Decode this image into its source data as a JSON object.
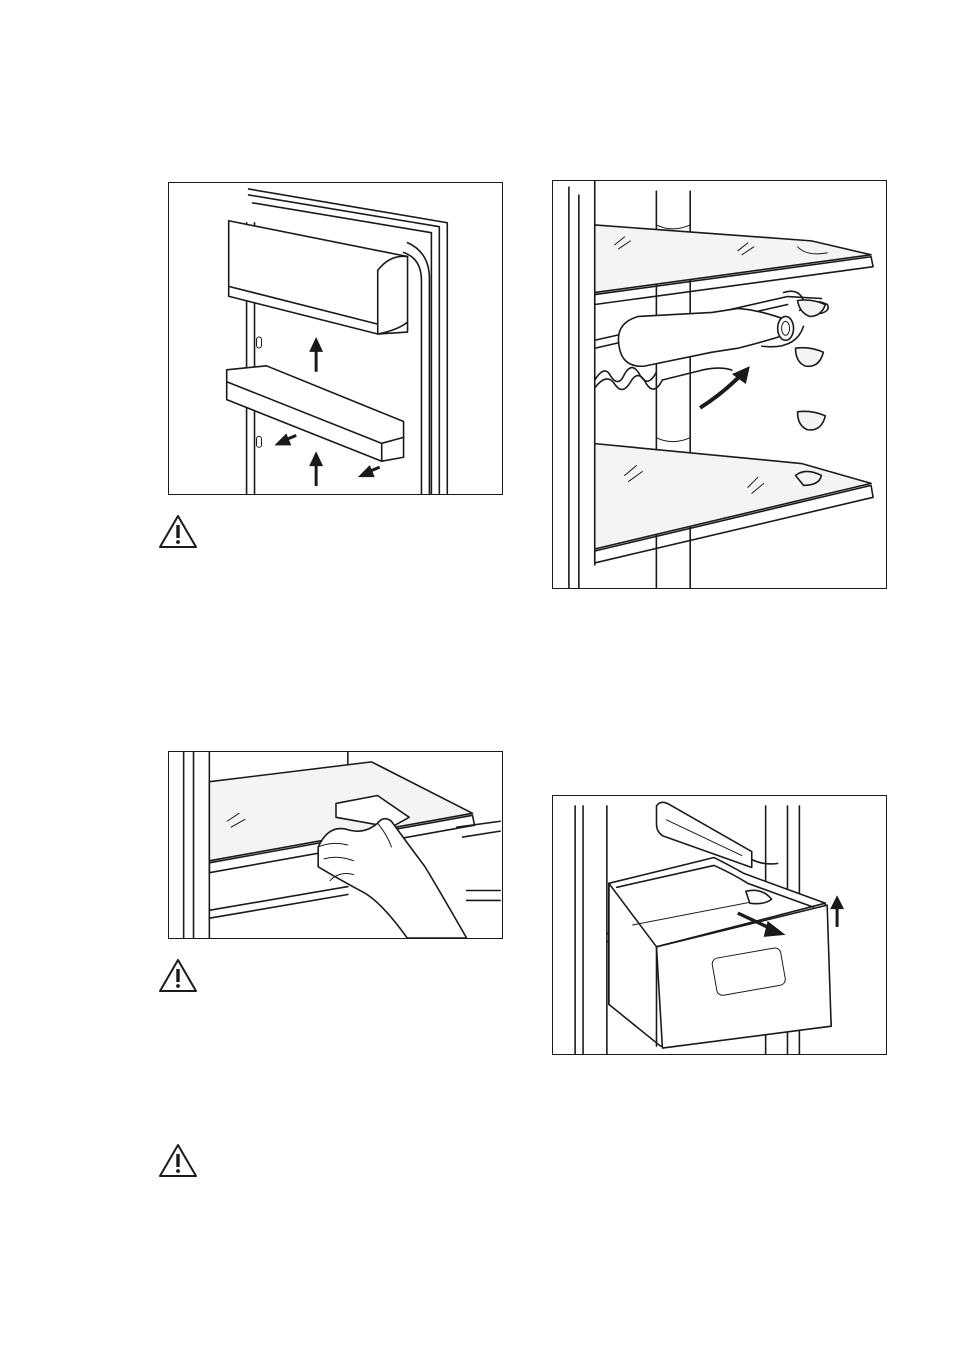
{
  "page": {
    "background": "#ffffff",
    "line_color": "#1a1a1a"
  },
  "figures": [
    {
      "id": "door-balcony-removal",
      "icons": [
        "arrow-up-icon",
        "arrow-left-icon"
      ]
    },
    {
      "id": "bottle-rack-on-shelf",
      "icons": [
        "curved-arrow-icon"
      ]
    },
    {
      "id": "glass-shelf-removal",
      "icons": [
        "hand-icon"
      ]
    },
    {
      "id": "vegetable-drawer-removal",
      "icons": [
        "arrow-up-icon",
        "arrow-diagonal-icon"
      ]
    }
  ],
  "warnings": [
    {
      "icon": "warning-triangle-icon"
    },
    {
      "icon": "warning-triangle-icon"
    },
    {
      "icon": "warning-triangle-icon"
    }
  ]
}
